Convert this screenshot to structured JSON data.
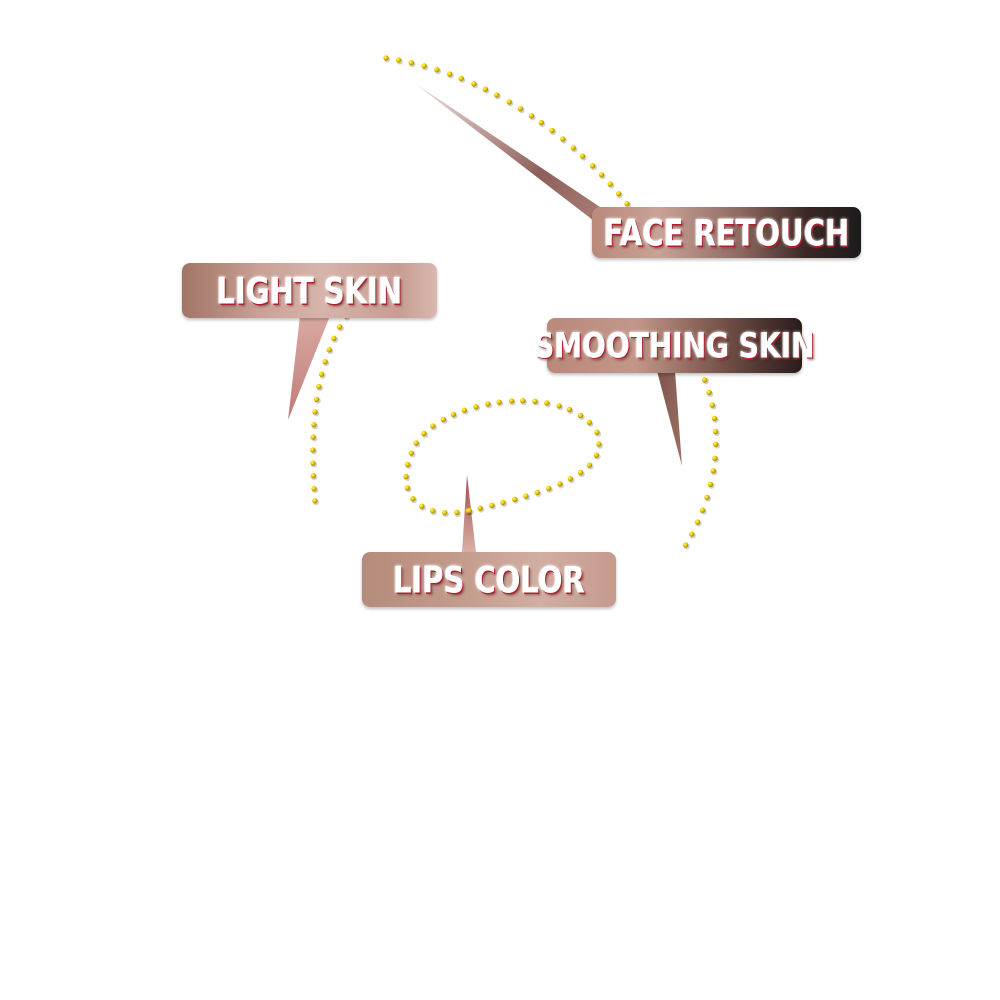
{
  "labels": {
    "face_retouch": "FACE RETOUCH",
    "light_skin": "LIGHT SKIN",
    "smoothing_skin": "SMOOTHING SKIN",
    "lips_color": "LIPS COLOR"
  },
  "colors": {
    "dot": "#e6c400",
    "dot_highlight": "#fff27a",
    "badge_light": "#c9a096",
    "badge_dark": "#1c1c1c",
    "text": "#ffffff",
    "text_outline": "#b0202a"
  }
}
